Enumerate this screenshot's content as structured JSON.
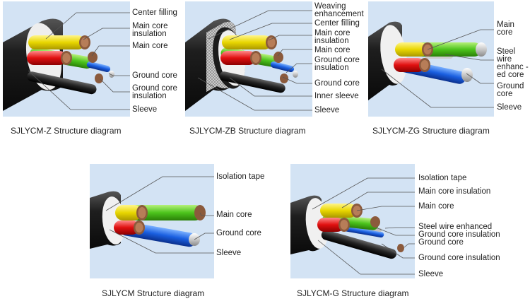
{
  "diagrams": [
    {
      "caption": "SJLYCM-Z Structure diagram",
      "labels": [
        "Center filling",
        "Main core insulation",
        "Main core",
        "Ground core",
        "Ground core insulation",
        "Sleeve"
      ]
    },
    {
      "caption": "SJLYCM-ZB Structure diagram",
      "labels": [
        "Weaving enhancement",
        "Center filling",
        "Main core insulation",
        "Main core",
        "Ground core insulation",
        "Ground core",
        "Inner sleeve",
        "Sleeve"
      ]
    },
    {
      "caption": "SJLYCM-ZG Structure diagram",
      "labels": [
        "Main core",
        "Steel wire enhanc -ed core",
        "Ground core",
        "Sleeve"
      ]
    },
    {
      "caption": "SJLYCM Structure diagram",
      "labels": [
        "Isolation tape",
        "Main core",
        "Ground core",
        "Sleeve"
      ]
    },
    {
      "caption": "SJLYCM-G Structure diagram",
      "labels": [
        "Isolation tape",
        "Main core insulation",
        "Main core",
        "Steel wire enhanced",
        "Ground core insulation",
        "Ground core",
        "Ground core insulation",
        "Sleeve"
      ]
    }
  ]
}
